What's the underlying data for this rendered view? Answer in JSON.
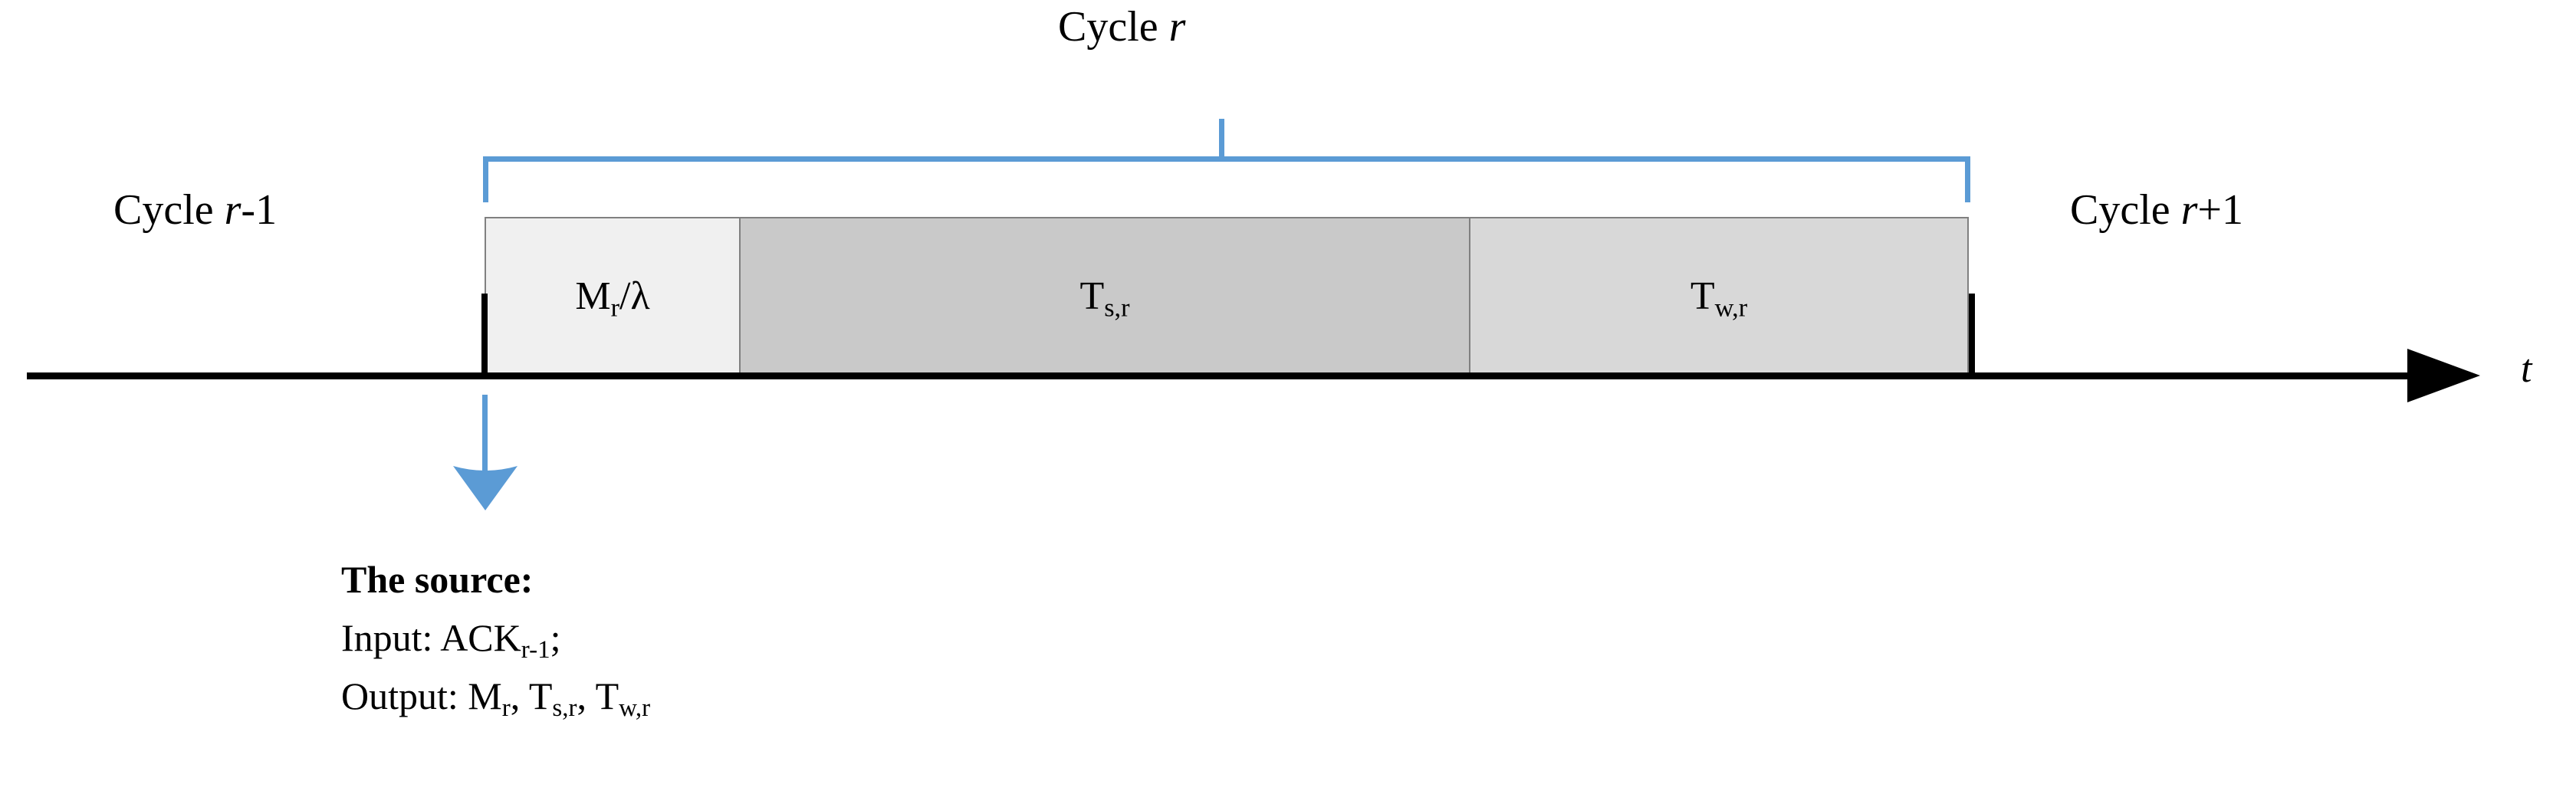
{
  "colors": {
    "accent_blue": "#5B9BD5",
    "axis_black": "#000000",
    "segment_border": "#808080",
    "segment_fill_m": "#F0F0F0",
    "segment_fill_ts": "#C9C9C9",
    "segment_fill_tw": "#D8D8D8",
    "background": "#FFFFFF"
  },
  "diagram": {
    "type": "timeline",
    "span_label": {
      "prefix": "Cycle ",
      "variable": "r"
    },
    "left_label": {
      "prefix": "Cycle ",
      "variable": "r",
      "suffix": "-1"
    },
    "right_label": {
      "prefix": "Cycle ",
      "variable": "r",
      "suffix": "+1"
    },
    "axis": {
      "label": "t",
      "direction": "right"
    },
    "segments": [
      {
        "name": "message-transmission",
        "base": "M",
        "sub": "r",
        "suffix": "/λ",
        "fill": "#F0F0F0"
      },
      {
        "name": "sensing-time",
        "base": "T",
        "sub": "s,r",
        "suffix": "",
        "fill": "#C9C9C9"
      },
      {
        "name": "waiting-time",
        "base": "T",
        "sub": "w,r",
        "suffix": "",
        "fill": "#D8D8D8"
      }
    ],
    "note": {
      "title": "The source:",
      "input_label": "Input: ",
      "input_base": "ACK",
      "input_sub": "r-1",
      "input_suffix": ";",
      "output_label": "Output: ",
      "output_items": [
        {
          "base": "M",
          "sub": "r"
        },
        {
          "base": "T",
          "sub": "s,r"
        },
        {
          "base": "T",
          "sub": "w,r"
        }
      ],
      "output_separator": ", "
    }
  }
}
